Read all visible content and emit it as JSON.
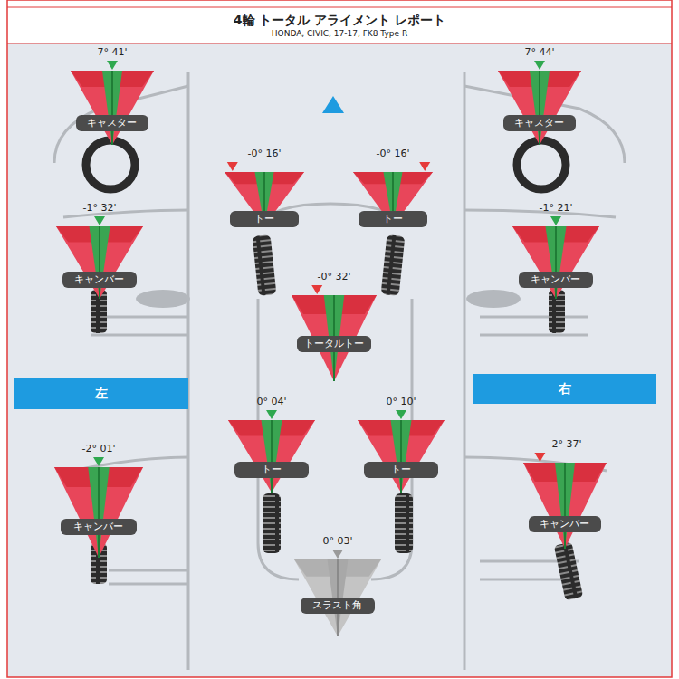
{
  "diagram": {
    "title": "4輪 トータル アライメント レポート",
    "nodes": [
      {
        "text": [
          "7° 41'",
          "キャスター"
        ]
      },
      {
        "text": [
          "7° 44'",
          "キャスター"
        ]
      },
      {
        "text": [
          "-0° 16'",
          "トー"
        ]
      },
      {
        "text": [
          "-0° 16'",
          "トー"
        ]
      },
      {
        "text": [
          "-1° 32'",
          "キャンバー"
        ]
      },
      {
        "text": [
          "-1° 21'",
          "キャンバー"
        ]
      },
      {
        "text": [
          "-0° 32'",
          "トータルトー"
        ]
      },
      {
        "text": [
          "左"
        ]
      },
      {
        "text": [
          "右"
        ]
      },
      {
        "text": [
          "0° 04'",
          "トー"
        ]
      },
      {
        "text": [
          "0° 10'",
          "トー"
        ]
      },
      {
        "text": [
          "-2° 01'",
          "キャンバー"
        ]
      },
      {
        "text": [
          "-2° 37'",
          "キャンバー"
        ]
      },
      {
        "text": [
          "0° 03'",
          "スラスト角"
        ]
      }
    ],
    "labels": [
      "HONDA, CIVIC, 17-17, FK8 Type R"
    ]
  }
}
